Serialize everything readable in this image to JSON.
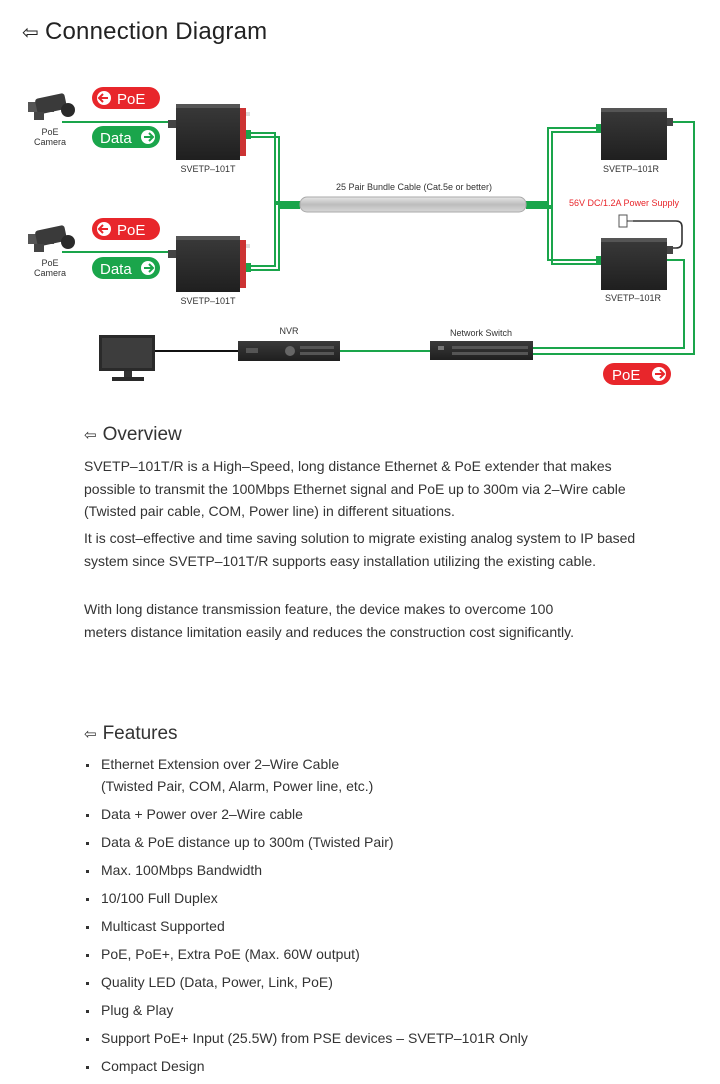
{
  "header": {
    "title": "Connection Diagram"
  },
  "diagram": {
    "camera_label_1": "PoE",
    "camera_label_2": "Camera",
    "poe_tag": "PoE",
    "data_tag": "Data",
    "transmitter_label": "SVETP–101T",
    "receiver_label": "SVETP–101R",
    "cable_label": "25 Pair Bundle Cable (Cat.5e or better)",
    "power_supply_label": "56V DC/1.2A Power Supply",
    "nvr_label": "NVR",
    "switch_label": "Network Switch",
    "colors": {
      "red": "#e8262b",
      "green": "#1aa54b",
      "device": "#2c2c2c",
      "cable": "#c9c9c9"
    }
  },
  "overview": {
    "heading": "Overview",
    "paragraphs": [
      "SVETP–101T/R is a High–Speed, long distance Ethernet & PoE extender that makes possible to transmit the 100Mbps Ethernet signal and PoE up to 300m via 2–Wire cable (Twisted pair cable, COM, Power line) in different situations.",
      "It is cost–effective and time saving solution to migrate existing analog system to IP based system since SVETP–101T/R supports easy installation utilizing the existing cable.",
      "With long distance transmission feature, the device makes to overcome 100 meters distance limitation easily and reduces the construction cost significantly."
    ]
  },
  "features": {
    "heading": "Features",
    "items": [
      {
        "text": "Ethernet Extension over 2–Wire Cable",
        "sub": "(Twisted Pair, COM, Alarm, Power line, etc.)"
      },
      {
        "text": "Data + Power over 2–Wire cable"
      },
      {
        "text": "Data & PoE distance up to 300m (Twisted Pair)"
      },
      {
        "text": "Max. 100Mbps Bandwidth"
      },
      {
        "text": "10/100 Full Duplex"
      },
      {
        "text": "Multicast Supported"
      },
      {
        "text": "PoE, PoE+, Extra PoE (Max. 60W output)"
      },
      {
        "text": "Quality LED (Data, Power, Link, PoE)"
      },
      {
        "text": "Plug & Play"
      },
      {
        "text": "Support PoE+ Input (25.5W) from PSE devices – SVETP–101R Only"
      },
      {
        "text": "Compact Design"
      }
    ]
  }
}
